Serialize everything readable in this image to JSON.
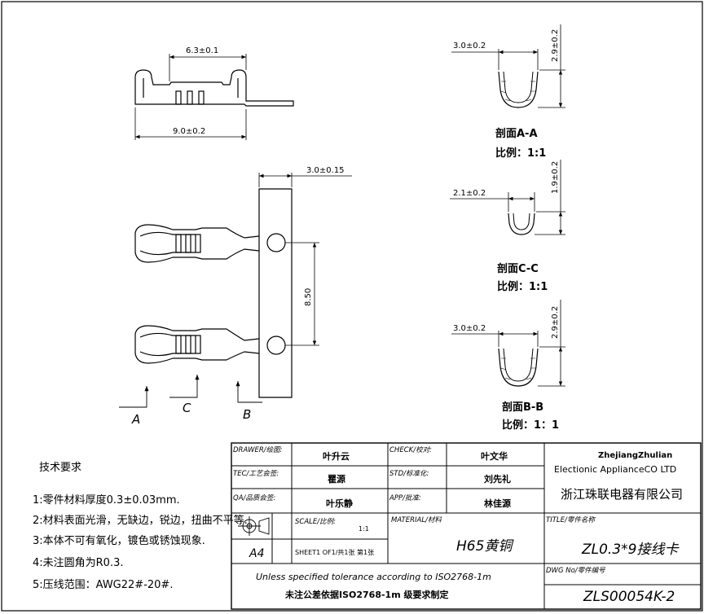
{
  "dimensions": {
    "top_width_inner": "6.3±0.1",
    "top_width_outer": "9.0±0.2",
    "strip_width": "3.0±0.15",
    "pitch": "8.50",
    "sec_a_width": "3.0±0.2",
    "sec_a_height": "2.9±0.2",
    "sec_c_width": "2.1±0.2",
    "sec_c_height": "1.9±0.2",
    "sec_b_width": "3.0±0.2",
    "sec_b_height": "2.9±0.2"
  },
  "section_labels": {
    "a_title": "剖面A-A",
    "a_scale": "比例：1:1",
    "c_title": "剖面C-C",
    "c_scale": "比例：1:1",
    "b_title": "剖面B-B",
    "b_scale": "比例：1：1"
  },
  "cut_markers": {
    "a": "A",
    "c": "C",
    "b": "B"
  },
  "notes": {
    "heading": "技术要求",
    "items": [
      "1:零件材料厚度0.3±0.03mm.",
      "2:材料表面光滑，无缺边，锐边，扭曲不平等.",
      "3:本体不可有氧化，镀色或锈蚀现象.",
      "4:未注圆角为R0.3.",
      "5:压线范围：AWG22#-20#."
    ]
  },
  "title_block": {
    "drawer_label": "DRAWER/绘图:",
    "drawer_name": "叶升云",
    "check_label": "CHECK/校对:",
    "check_name": "叶文华",
    "tec_label": "TEC/工艺会签:",
    "tec_name": "瞿源",
    "std_label": "STD/标准化:",
    "std_name": "刘先礼",
    "qa_label": "QA/品质会签:",
    "qa_name": "叶乐静",
    "app_label": "APP/批准:",
    "app_name": "林佳源",
    "company_en_1": "ZhejiangZhulian",
    "company_en_2": "Electionic ApplianceCO LTD",
    "company_cn": "浙江珠联电器有限公司",
    "scale_label": "SCALE/比例:",
    "scale_value": "1:1",
    "material_label": "MATERIAL/材料",
    "material_value": "H65黄铜",
    "title_label": "TITLE/零件名称",
    "title_value": "ZL0.3*9接线卡",
    "paper_size": "A4",
    "sheet": "SHEET1 OF1/共1张 第1张",
    "tolerance_en": "Unless specified tolerance according to ISO2768-1m",
    "tolerance_cn": "未注公差依据ISO2768-1m 级要求制定",
    "dwg_label": "DWG No/零件编号",
    "dwg_value": "ZLS00054K-2"
  }
}
